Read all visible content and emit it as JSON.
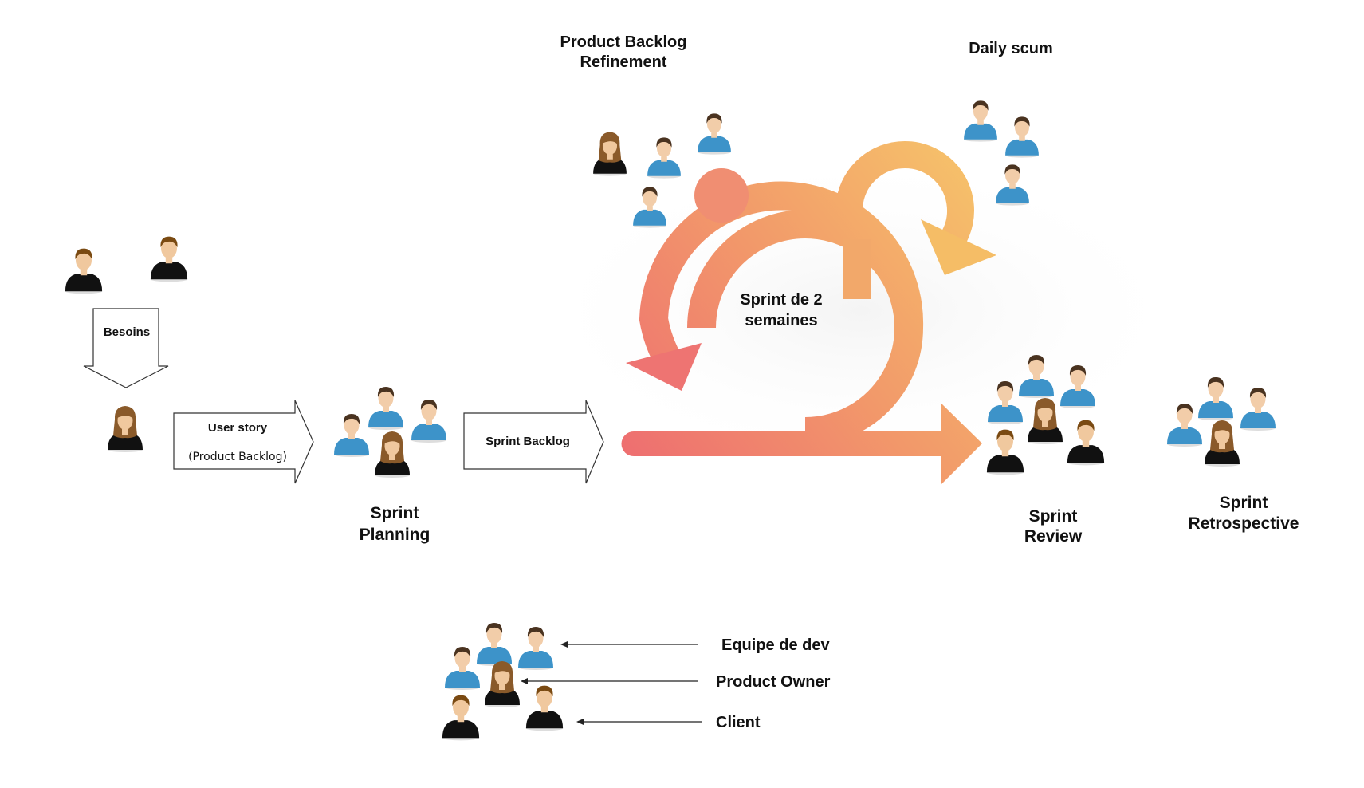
{
  "colors": {
    "dev_shirt": "#3d93c9",
    "dev_skin": "#f2cda9",
    "dev_hair": "#4a3320",
    "client_shirt": "#111111",
    "client_skin": "#f0c89e",
    "client_hair": "#7a4a12",
    "po_shirt": "#111111",
    "po_hair": "#8a5a2a",
    "loop_start": "#ee6f70",
    "loop_mid": "#f29a6a",
    "loop_end": "#f6c46a",
    "arrow_outline": "#333333"
  },
  "icons": {
    "dev": "developer-person-icon",
    "client": "client-person-icon",
    "product_owner": "product-owner-person-icon"
  },
  "labels": {
    "refinement_line1": "Product Backlog",
    "refinement_line2": "Refinement",
    "daily_scrum": "Daily scum",
    "sprint_line1": "Sprint de 2",
    "sprint_line2": "semaines",
    "planning_line1": "Sprint",
    "planning_line2": "Planning",
    "review_line1": "Sprint",
    "review_line2": "Review",
    "retro_line1": "Sprint",
    "retro_line2": "Retrospective"
  },
  "flow": {
    "besoins": "Besoins",
    "user_story": "User story",
    "product_backlog": "(Product Backlog)",
    "sprint_backlog": "Sprint Backlog"
  },
  "legend": {
    "dev_team": "Equipe de dev",
    "product_owner": "Product Owner",
    "client": "Client"
  }
}
